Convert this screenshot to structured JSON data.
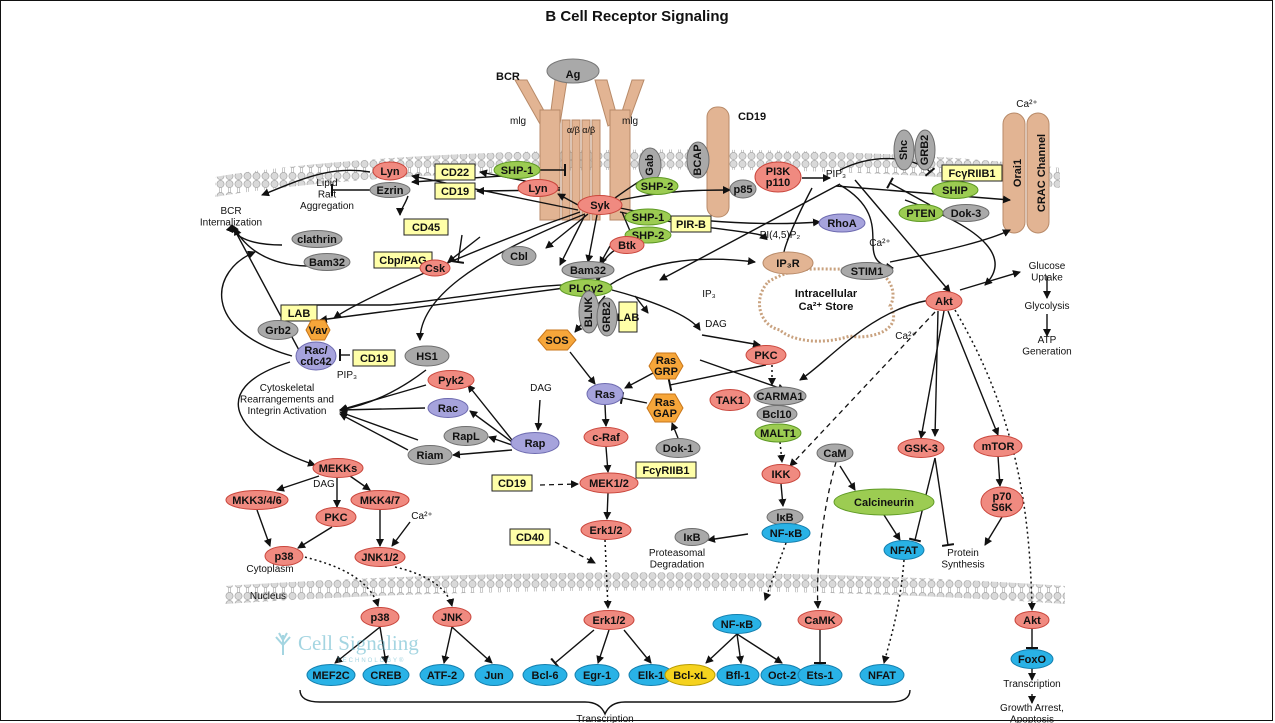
{
  "title": "B Cell Receptor Signaling",
  "watermark": {
    "name": "Cell Signaling",
    "sub": "TECHNOLOGY®"
  },
  "colors": {
    "red": "#f08a80",
    "gray": "#a9a9a9",
    "green": "#9ccc52",
    "blue": "#29b2e6",
    "purple": "#a6a3dc",
    "orange": "#f6a63a",
    "yellow": "#ffffa8",
    "receptor": "#e2b493",
    "membrane": "#c8c8c8"
  },
  "labels": {
    "bcr": "BCR",
    "ag": "Ag",
    "mlg1": "mlg",
    "mlg2": "mlg",
    "alphabeta": "α/β α/β",
    "cd19_top": "CD19",
    "ca_top": "Ca²⁺",
    "orai": "Orai1",
    "crac": "CRAC Channel",
    "lipid_raft": "Lipid\nRaft\nAggregation",
    "bcr_intern": "BCR\nInternalization",
    "pip3_a": "PIP₃",
    "pip3_b": "PIP₃",
    "pi45p2": "PI(4,5)P₂",
    "ca_b": "Ca²⁺",
    "ca_c": "Ca²⁺",
    "ca_d": "Ca²⁺",
    "ip3": "IP₃",
    "dag_a": "DAG",
    "dag_b": "DAG",
    "dag_c": "DAG",
    "store": "Intracellular\nCa²⁺ Store",
    "glucose": "Glucose\nUptake",
    "glycolysis": "Glycolysis",
    "atp": "ATP\nGeneration",
    "cytoskeletal": "Cytoskeletal\nRearrangements and\nIntegrin Activation",
    "proteasomal": "Proteasomal\nDegradation",
    "protein_syn": "Protein\nSynthesis",
    "cytoplasm": "Cytoplasm",
    "nucleus": "Nucleus",
    "transcription": "Transcription",
    "transcription2": "Transcription",
    "growth": "Growth Arrest,\nApoptosis"
  },
  "nodes": [
    {
      "id": "lyn1",
      "text": "Lyn",
      "color": "red"
    },
    {
      "id": "ezrin",
      "text": "Ezrin",
      "color": "gray"
    },
    {
      "id": "cd22",
      "text": "CD22",
      "color": "yellow"
    },
    {
      "id": "cd19a",
      "text": "CD19",
      "color": "yellow"
    },
    {
      "id": "shp1a",
      "text": "SHP-1",
      "color": "green"
    },
    {
      "id": "lyn2",
      "text": "Lyn",
      "color": "red"
    },
    {
      "id": "syk",
      "text": "Syk",
      "color": "red"
    },
    {
      "id": "gab",
      "text": "Gab",
      "color": "gray"
    },
    {
      "id": "shp2a",
      "text": "SHP-2",
      "color": "green"
    },
    {
      "id": "bcap",
      "text": "BCAP",
      "color": "gray"
    },
    {
      "id": "p85",
      "text": "p85",
      "color": "gray"
    },
    {
      "id": "pi3k",
      "text": "PI3K\np110",
      "color": "red"
    },
    {
      "id": "shc",
      "text": "Shc",
      "color": "gray"
    },
    {
      "id": "grb2a",
      "text": "GRB2",
      "color": "gray"
    },
    {
      "id": "fcg1",
      "text": "FcγRIIB1",
      "color": "yellow"
    },
    {
      "id": "ship",
      "text": "SHIP",
      "color": "green"
    },
    {
      "id": "pten",
      "text": "PTEN",
      "color": "green"
    },
    {
      "id": "dok3",
      "text": "Dok-3",
      "color": "gray"
    },
    {
      "id": "rhoa",
      "text": "RhoA",
      "color": "purple"
    },
    {
      "id": "shp1b",
      "text": "SHP-1",
      "color": "green"
    },
    {
      "id": "pirb",
      "text": "PIR-B",
      "color": "yellow"
    },
    {
      "id": "shp2b",
      "text": "SHP-2",
      "color": "green"
    },
    {
      "id": "btk",
      "text": "Btk",
      "color": "red"
    },
    {
      "id": "cd45",
      "text": "CD45",
      "color": "yellow"
    },
    {
      "id": "clathrin",
      "text": "clathrin",
      "color": "gray"
    },
    {
      "id": "bam32a",
      "text": "Bam32",
      "color": "gray"
    },
    {
      "id": "cbp",
      "text": "Cbp/PAG",
      "color": "yellow"
    },
    {
      "id": "csk",
      "text": "Csk",
      "color": "red"
    },
    {
      "id": "cbl",
      "text": "Cbl",
      "color": "gray"
    },
    {
      "id": "bam32b",
      "text": "Bam32",
      "color": "gray"
    },
    {
      "id": "plcg2",
      "text": "PLCγ2",
      "color": "green"
    },
    {
      "id": "blnk",
      "text": "BLNK",
      "color": "gray"
    },
    {
      "id": "grb2b",
      "text": "GRB2",
      "color": "gray"
    },
    {
      "id": "lab2",
      "text": "LAB",
      "color": "yellow"
    },
    {
      "id": "ip3r",
      "text": "IP₃R",
      "color": "receptor"
    },
    {
      "id": "stim1",
      "text": "STIM1",
      "color": "gray"
    },
    {
      "id": "akt1",
      "text": "Akt",
      "color": "red"
    },
    {
      "id": "lab1",
      "text": "LAB",
      "color": "yellow"
    },
    {
      "id": "grb2c",
      "text": "Grb2",
      "color": "gray"
    },
    {
      "id": "vav",
      "text": "Vav",
      "color": "orange"
    },
    {
      "id": "rac1",
      "text": "Rac/\ncdc42",
      "color": "purple"
    },
    {
      "id": "cd19b",
      "text": "CD19",
      "color": "yellow"
    },
    {
      "id": "hs1",
      "text": "HS1",
      "color": "gray"
    },
    {
      "id": "sos",
      "text": "SOS",
      "color": "orange"
    },
    {
      "id": "rasgrp",
      "text": "Ras\nGRP",
      "color": "orange"
    },
    {
      "id": "pkc1",
      "text": "PKC",
      "color": "red"
    },
    {
      "id": "pyk2",
      "text": "Pyk2",
      "color": "red"
    },
    {
      "id": "rac2",
      "text": "Rac",
      "color": "purple"
    },
    {
      "id": "rapl",
      "text": "RapL",
      "color": "gray"
    },
    {
      "id": "riam",
      "text": "Riam",
      "color": "gray"
    },
    {
      "id": "rap",
      "text": "Rap",
      "color": "purple"
    },
    {
      "id": "ras",
      "text": "Ras",
      "color": "purple"
    },
    {
      "id": "rasgap",
      "text": "Ras\nGAP",
      "color": "orange"
    },
    {
      "id": "tak1",
      "text": "TAK1",
      "color": "red"
    },
    {
      "id": "carma1",
      "text": "CARMA1",
      "color": "gray"
    },
    {
      "id": "bcl10",
      "text": "Bcl10",
      "color": "gray"
    },
    {
      "id": "malt1",
      "text": "MALT1",
      "color": "green"
    },
    {
      "id": "craf",
      "text": "c-Raf",
      "color": "red"
    },
    {
      "id": "dok1",
      "text": "Dok-1",
      "color": "gray"
    },
    {
      "id": "fcg2",
      "text": "FcγRIIB1",
      "color": "yellow"
    },
    {
      "id": "cam",
      "text": "CaM",
      "color": "gray"
    },
    {
      "id": "gsk3",
      "text": "GSK-3",
      "color": "red"
    },
    {
      "id": "mtor",
      "text": "mTOR",
      "color": "red"
    },
    {
      "id": "mekks",
      "text": "MEKKs",
      "color": "red"
    },
    {
      "id": "cd19c",
      "text": "CD19",
      "color": "yellow"
    },
    {
      "id": "mek12",
      "text": "MEK1/2",
      "color": "red"
    },
    {
      "id": "ikk",
      "text": "IKK",
      "color": "red"
    },
    {
      "id": "calcineurin",
      "text": "Calcineurin",
      "color": "green"
    },
    {
      "id": "p70",
      "text": "p70\nS6K",
      "color": "red"
    },
    {
      "id": "mkk346",
      "text": "MKK3/4/6",
      "color": "red"
    },
    {
      "id": "mkk47",
      "text": "MKK4/7",
      "color": "red"
    },
    {
      "id": "pkc2",
      "text": "PKC",
      "color": "red"
    },
    {
      "id": "ikb1",
      "text": "IκB",
      "color": "gray"
    },
    {
      "id": "nfkb1",
      "text": "NF-κB",
      "color": "blue"
    },
    {
      "id": "cd40",
      "text": "CD40",
      "color": "yellow"
    },
    {
      "id": "erk1",
      "text": "Erk1/2",
      "color": "red"
    },
    {
      "id": "ikb2",
      "text": "IκB",
      "color": "gray"
    },
    {
      "id": "nfat1",
      "text": "NFAT",
      "color": "blue"
    },
    {
      "id": "p38a",
      "text": "p38",
      "color": "red"
    },
    {
      "id": "jnk12",
      "text": "JNK1/2",
      "color": "red"
    },
    {
      "id": "p38b",
      "text": "p38",
      "color": "red"
    },
    {
      "id": "jnk",
      "text": "JNK",
      "color": "red"
    },
    {
      "id": "erk2",
      "text": "Erk1/2",
      "color": "red"
    },
    {
      "id": "nfkb2",
      "text": "NF-κB",
      "color": "blue"
    },
    {
      "id": "camk",
      "text": "CaMK",
      "color": "red"
    },
    {
      "id": "akt2",
      "text": "Akt",
      "color": "red"
    },
    {
      "id": "foxo",
      "text": "FoxO",
      "color": "blue"
    },
    {
      "id": "mef2c",
      "text": "MEF2C",
      "color": "blue"
    },
    {
      "id": "creb",
      "text": "CREB",
      "color": "blue"
    },
    {
      "id": "atf2",
      "text": "ATF-2",
      "color": "blue"
    },
    {
      "id": "jun",
      "text": "Jun",
      "color": "blue"
    },
    {
      "id": "bcl6",
      "text": "Bcl-6",
      "color": "blue"
    },
    {
      "id": "egr1",
      "text": "Egr-1",
      "color": "blue"
    },
    {
      "id": "elk1",
      "text": "Elk-1",
      "color": "blue"
    },
    {
      "id": "bclxl",
      "text": "Bcl-xL",
      "color": "yellowish"
    },
    {
      "id": "bfl1",
      "text": "Bfl-1",
      "color": "blue"
    },
    {
      "id": "oct2",
      "text": "Oct-2",
      "color": "blue"
    },
    {
      "id": "ets1",
      "text": "Ets-1",
      "color": "blue"
    },
    {
      "id": "nfat2",
      "text": "NFAT",
      "color": "blue"
    }
  ]
}
